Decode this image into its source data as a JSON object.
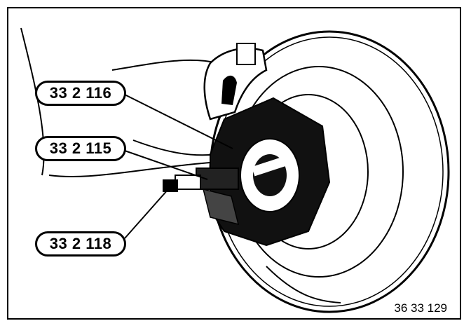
{
  "callouts": [
    {
      "label": "33 2 116"
    },
    {
      "label": "33 2 115"
    },
    {
      "label": "33 2 118"
    }
  ],
  "figure_number": "36 33 129",
  "colors": {
    "ink": "#000000",
    "paper": "#ffffff"
  }
}
